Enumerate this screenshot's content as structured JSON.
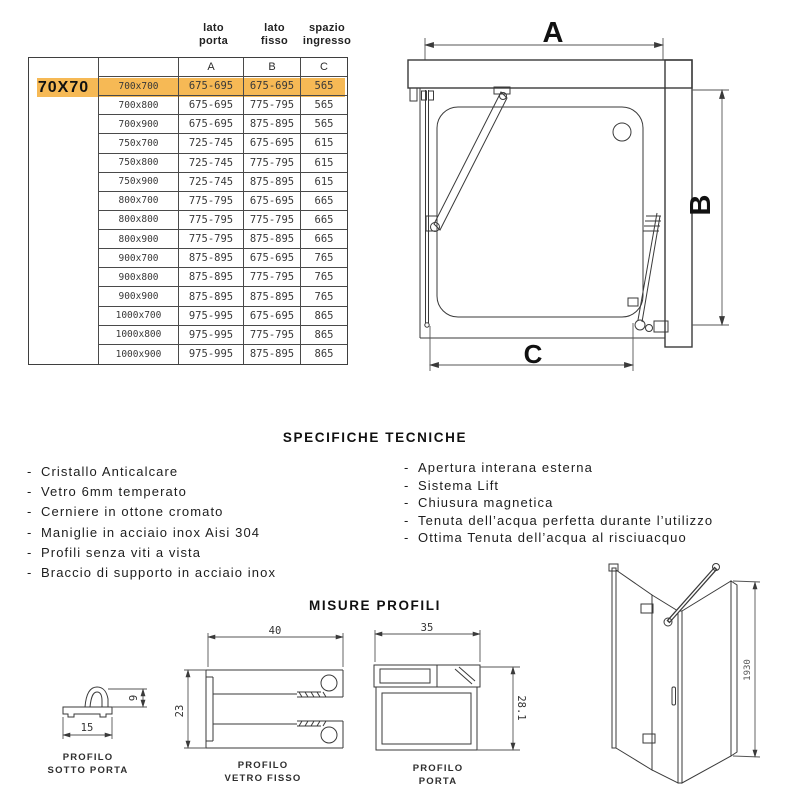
{
  "colors": {
    "highlight": "#F6B955"
  },
  "size_table": {
    "corner_label": "70X70",
    "col_groups": [
      {
        "line1": "lato",
        "line2": "porta"
      },
      {
        "line1": "lato",
        "line2": "fisso"
      },
      {
        "line1": "spazio",
        "line2": "ingresso"
      }
    ],
    "letter_headers": [
      "A",
      "B",
      "C"
    ],
    "rows": [
      {
        "size": "700x700",
        "a": "675-695",
        "b": "675-695",
        "c": "565"
      },
      {
        "size": "700x800",
        "a": "675-695",
        "b": "775-795",
        "c": "565"
      },
      {
        "size": "700x900",
        "a": "675-695",
        "b": "875-895",
        "c": "565"
      },
      {
        "size": "750x700",
        "a": "725-745",
        "b": "675-695",
        "c": "615"
      },
      {
        "size": "750x800",
        "a": "725-745",
        "b": "775-795",
        "c": "615"
      },
      {
        "size": "750x900",
        "a": "725-745",
        "b": "875-895",
        "c": "615"
      },
      {
        "size": "800x700",
        "a": "775-795",
        "b": "675-695",
        "c": "665"
      },
      {
        "size": "800x800",
        "a": "775-795",
        "b": "775-795",
        "c": "665"
      },
      {
        "size": "800x900",
        "a": "775-795",
        "b": "875-895",
        "c": "665"
      },
      {
        "size": "900x700",
        "a": "875-895",
        "b": "675-695",
        "c": "765"
      },
      {
        "size": "900x800",
        "a": "875-895",
        "b": "775-795",
        "c": "765"
      },
      {
        "size": "900x900",
        "a": "875-895",
        "b": "875-895",
        "c": "765"
      },
      {
        "size": "1000x700",
        "a": "975-995",
        "b": "675-695",
        "c": "865"
      },
      {
        "size": "1000x800",
        "a": "975-995",
        "b": "775-795",
        "c": "865"
      },
      {
        "size": "1000x900",
        "a": "975-995",
        "b": "875-895",
        "c": "865"
      }
    ]
  },
  "plan_view": {
    "dim_a": "A",
    "dim_b": "B",
    "dim_c": "C"
  },
  "specs": {
    "title": "SPECIFICHE TECNICHE",
    "bullet": "-",
    "left": [
      "Cristallo Anticalcare",
      "Vetro 6mm temperato",
      "Cerniere in ottone cromato",
      "Maniglie in acciaio inox Aisi 304",
      "Profili senza viti a vista",
      "Braccio di supporto in acciaio inox"
    ],
    "right": [
      "Apertura interana esterna",
      "Sistema Lift",
      "Chiusura magnetica",
      "Tenuta dell’acqua perfetta durante l’utilizzo",
      "Ottima Tenuta dell’acqua al risciuacquo"
    ]
  },
  "profiles": {
    "title": "MISURE PROFILI",
    "sotto_porta": {
      "label1": "PROFILO",
      "label2": "SOTTO PORTA",
      "dim_w": "15",
      "dim_h": "9"
    },
    "vetro_fisso": {
      "label1": "PROFILO",
      "label2": "VETRO FISSO",
      "dim_w": "40",
      "dim_h": "23"
    },
    "porta": {
      "label1": "PROFILO",
      "label2": "PORTA",
      "dim_w": "35",
      "dim_h": "28.1"
    },
    "iso": {
      "height_dim": "1930"
    }
  }
}
